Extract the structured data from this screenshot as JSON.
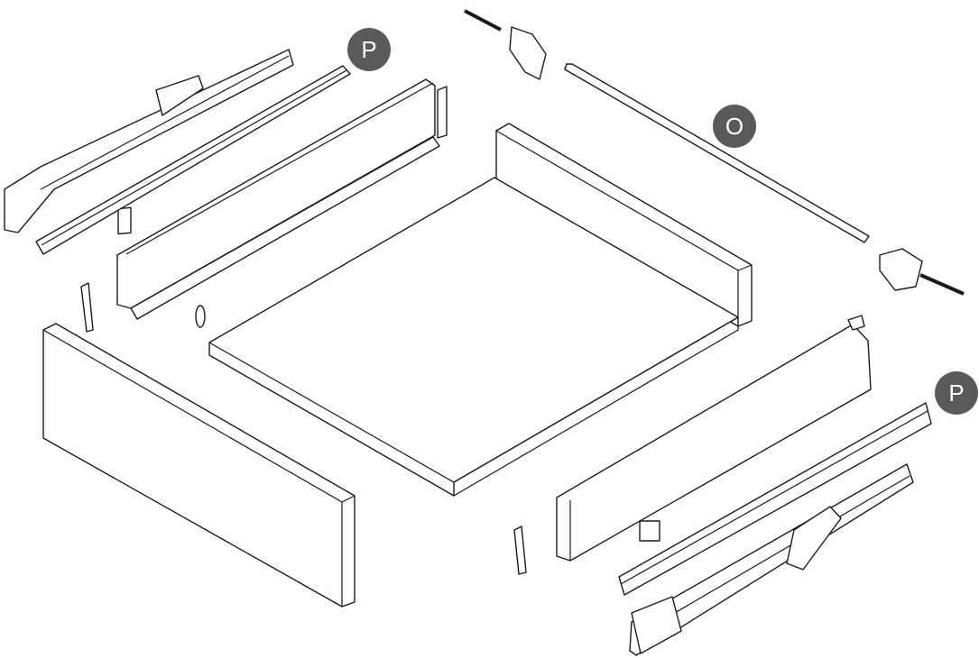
{
  "labels": [
    {
      "id": "P",
      "text": "P"
    },
    {
      "id": "O",
      "text": "O"
    },
    {
      "id": "P2",
      "text": "P"
    }
  ],
  "colors": {
    "label_fill": "#58595b",
    "line": "#1a1a1a"
  }
}
